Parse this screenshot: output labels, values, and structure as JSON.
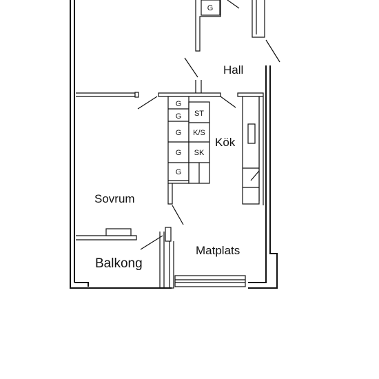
{
  "rooms": {
    "hall": "Hall",
    "kok": "Kök",
    "sovrum": "Sovrum",
    "balkong": "Balkong",
    "matplats": "Matplats"
  },
  "fixtures": {
    "top_g": "G",
    "wardrobe": [
      "G",
      "G",
      "G",
      "G",
      "G"
    ],
    "st": "ST",
    "ks": "K/S",
    "sk": "SK"
  }
}
